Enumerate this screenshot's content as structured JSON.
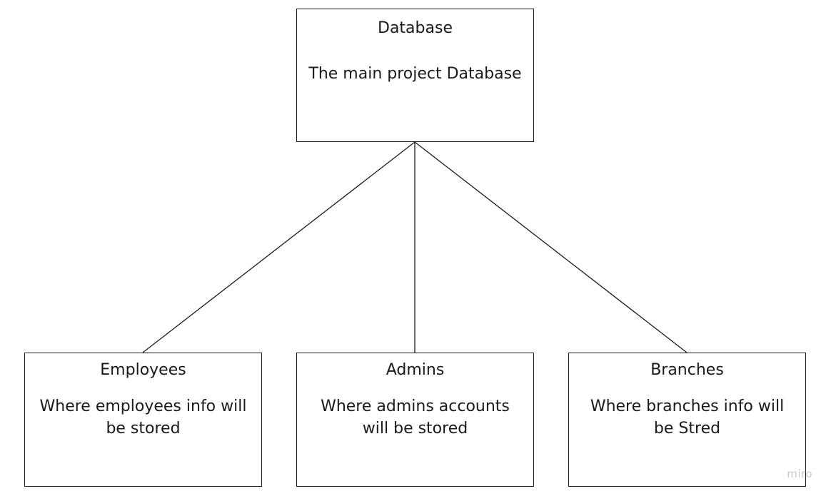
{
  "diagram": {
    "root": {
      "title": "Database",
      "description": "The main project Database"
    },
    "children": [
      {
        "title": "Employees",
        "description": "Where employees info will be stored"
      },
      {
        "title": "Admins",
        "description": "Where admins accounts will be stored"
      },
      {
        "title": "Branches",
        "description": "Where branches info will be Stred"
      }
    ]
  },
  "watermark": "miro"
}
